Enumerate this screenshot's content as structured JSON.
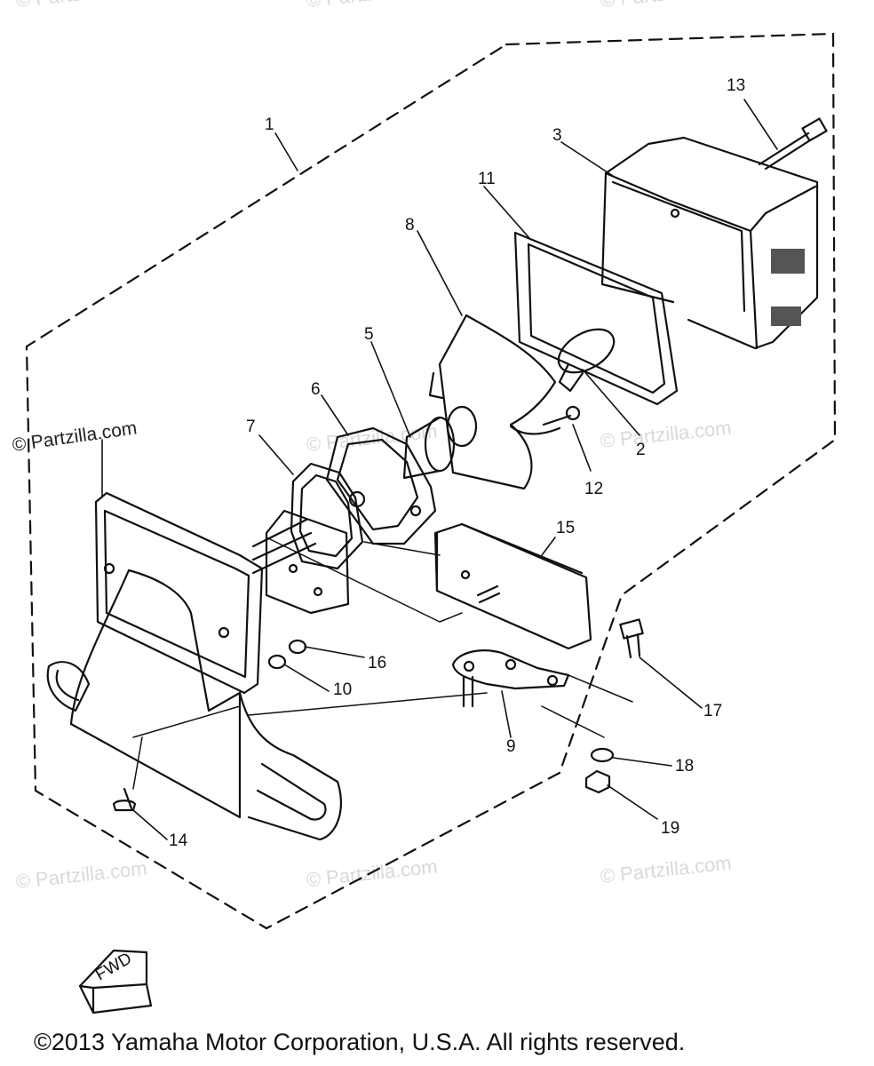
{
  "watermarks": {
    "side": "© Partzilla.com",
    "faint": "© Partzilla.com"
  },
  "callouts": [
    "1",
    "2",
    "3",
    "5",
    "6",
    "7",
    "8",
    "9",
    "10",
    "11",
    "12",
    "13",
    "14",
    "15",
    "16",
    "17",
    "18",
    "19"
  ],
  "fwd_label": "FWD",
  "copyright": "©2013 Yamaha Motor Corporation, U.S.A. All rights reserved."
}
